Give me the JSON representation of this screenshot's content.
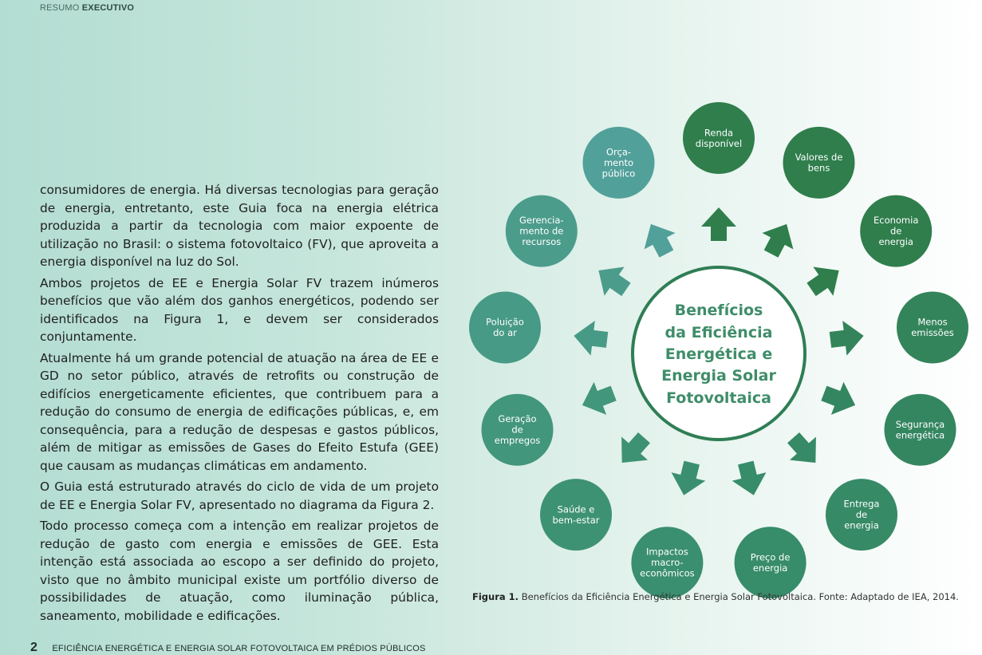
{
  "header": {
    "section": "RESUMO",
    "title": "EXECUTIVO"
  },
  "paragraphs": [
    "consumidores de energia. Há diversas tecnologias para geração de energia, entretanto, este Guia foca na energia elétrica produzida a partir da tecnologia com maior expoente de utilização no Brasil: o sistema fotovoltaico (FV), que aproveita a energia disponível na luz do Sol.",
    "Ambos projetos de EE e Energia Solar FV trazem inúmeros benefícios que vão além dos ganhos energéticos, podendo ser identificados na Figura 1, e devem ser considerados conjuntamente.",
    "Atualmente há um grande potencial de atuação na área de EE e GD no setor público, através de retrofits ou construção de edifícios energeticamente eficientes, que contribuem para a redução do consumo de energia de edificações públicas, e, em consequência, para a redução de despesas e gastos públicos, além de mitigar as emissões de Gases do Efeito Estufa (GEE) que causam as mudanças climáticas em andamento.",
    "O Guia está estruturado através do ciclo de vida de um projeto de EE e Energia Solar FV, apresentado no diagrama da Figura 2.",
    "Todo processo começa com a intenção em realizar projetos de redução de gasto com energia e emissões de GEE. Esta intenção está associada ao escopo a ser definido do projeto, visto que no âmbito municipal existe um portfólio diverso de possibilidades de atuação, como iluminação pública, saneamento, mobilidade e edificações."
  ],
  "figure": {
    "center_title": [
      "Benefícios",
      "da Eficiência",
      "Energética e",
      "Energia Solar",
      "Fotovoltaica"
    ],
    "benefits": [
      {
        "label": [
          "Renda",
          "disponível"
        ],
        "color": "#2f7e4c"
      },
      {
        "label": [
          "Valores de",
          "bens"
        ],
        "color": "#2f7e4c"
      },
      {
        "label": [
          "Economia",
          "de",
          "energia"
        ],
        "color": "#2f7e4c"
      },
      {
        "label": [
          "Menos",
          "emissões"
        ],
        "color": "#33845a"
      },
      {
        "label": [
          "Segurança",
          "energética"
        ],
        "color": "#348660"
      },
      {
        "label": [
          "Entrega",
          "de",
          "energia"
        ],
        "color": "#368a66"
      },
      {
        "label": [
          "Preço de",
          "energia"
        ],
        "color": "#378c6a"
      },
      {
        "label": [
          "Impactos",
          "macro-",
          "econômicos"
        ],
        "color": "#3a8f70"
      },
      {
        "label": [
          "Saúde e",
          "bem-estar"
        ],
        "color": "#3e9274"
      },
      {
        "label": [
          "Geração",
          "de",
          "empregos"
        ],
        "color": "#42967b"
      },
      {
        "label": [
          "Poluição",
          "do ar"
        ],
        "color": "#479a85"
      },
      {
        "label": [
          "Gerencia-",
          "mento de",
          "recursos"
        ],
        "color": "#4c9c8c"
      },
      {
        "label": [
          "Orça-",
          "mento",
          "público"
        ],
        "color": "#52a09a"
      }
    ],
    "caption_label": "Figura 1.",
    "caption_text": "Benefícios da Eficiência Energética e Energia Solar Fotovoltaica. Fonte: Adaptado de IEA, 2014."
  },
  "footer": {
    "page_number": "2",
    "title": "EFICIÊNCIA ENERGÉTICA E ENERGIA SOLAR FOTOVOLTAICA EM PRÉDIOS PÚBLICOS"
  }
}
